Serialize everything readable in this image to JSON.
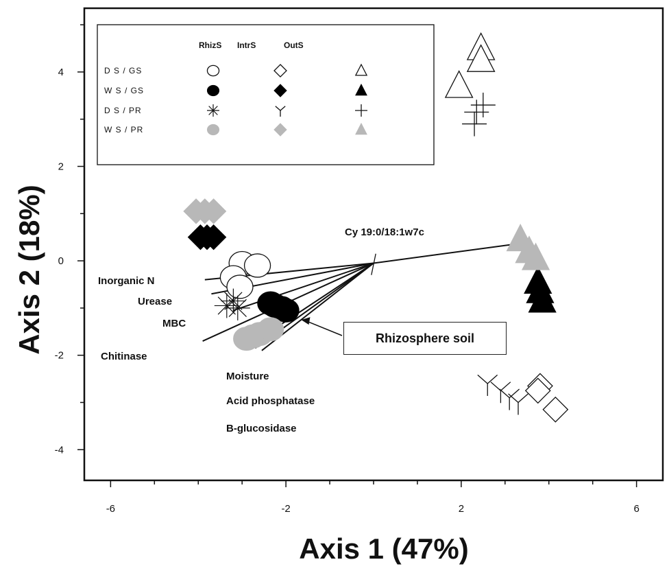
{
  "chart_data": {
    "type": "scatter",
    "xlabel": "Axis 1 (47%)",
    "ylabel": "Axis 2 (18%)",
    "xlim": [
      -6.6,
      6.6
    ],
    "ylim": [
      -4.65,
      5.35
    ],
    "x_ticks": [
      -6,
      -2,
      2,
      6
    ],
    "y_ticks": [
      -4,
      -2,
      0,
      2,
      4
    ],
    "legend": {
      "columns": [
        "RhizS",
        "IntrS",
        "OutS"
      ],
      "rows": [
        "D S / GS",
        "W S / GS",
        "D S / PR",
        "W S / PR"
      ],
      "placement": "top-left"
    },
    "series": [
      {
        "name": "D S / GS",
        "location": "RhizS",
        "marker": "circle-open",
        "points": [
          [
            -3.0,
            -0.05
          ],
          [
            -2.65,
            -0.1
          ],
          [
            -3.2,
            -0.35
          ],
          [
            -3.05,
            -0.55
          ]
        ]
      },
      {
        "name": "W S / GS",
        "location": "RhizS",
        "marker": "circle-filled",
        "points": [
          [
            -2.35,
            -0.9
          ],
          [
            -2.1,
            -1.0
          ],
          [
            -2.0,
            -1.05
          ],
          [
            -2.25,
            -0.95
          ]
        ]
      },
      {
        "name": "D S / PR",
        "location": "RhizS",
        "marker": "asterisk",
        "points": [
          [
            -3.2,
            -0.85
          ],
          [
            -3.35,
            -0.95
          ],
          [
            -3.1,
            -1.0
          ]
        ]
      },
      {
        "name": "W S / PR",
        "location": "RhizS",
        "marker": "circle-grey",
        "points": [
          [
            -2.9,
            -1.65
          ],
          [
            -2.75,
            -1.6
          ],
          [
            -2.6,
            -1.55
          ],
          [
            -2.35,
            -1.45
          ]
        ]
      },
      {
        "name": "D S / GS",
        "location": "IntrS",
        "marker": "diamond-open",
        "points": [
          [
            3.8,
            -2.65
          ],
          [
            3.75,
            -2.75
          ],
          [
            4.15,
            -3.15
          ]
        ]
      },
      {
        "name": "W S / GS",
        "location": "IntrS",
        "marker": "diamond-filled",
        "points": [
          [
            -3.95,
            0.5
          ],
          [
            -3.8,
            0.5
          ],
          [
            -3.65,
            0.5
          ]
        ]
      },
      {
        "name": "D S / PR",
        "location": "IntrS",
        "marker": "y",
        "points": [
          [
            2.6,
            -2.6
          ],
          [
            2.9,
            -2.75
          ],
          [
            3.1,
            -2.9
          ],
          [
            3.3,
            -3.0
          ]
        ]
      },
      {
        "name": "W S / PR",
        "location": "IntrS",
        "marker": "diamond-grey",
        "points": [
          [
            -4.05,
            1.05
          ],
          [
            -3.85,
            1.05
          ],
          [
            -3.65,
            1.05
          ]
        ]
      },
      {
        "name": "D S / GS",
        "location": "OutS",
        "marker": "triangle-open",
        "points": [
          [
            2.45,
            4.5
          ],
          [
            2.45,
            4.25
          ],
          [
            1.95,
            3.7
          ]
        ]
      },
      {
        "name": "W S / GS",
        "location": "OutS",
        "marker": "triangle-filled",
        "points": [
          [
            3.75,
            -0.45
          ],
          [
            3.8,
            -0.65
          ],
          [
            3.85,
            -0.85
          ]
        ]
      },
      {
        "name": "D S / PR",
        "location": "OutS",
        "marker": "plus",
        "points": [
          [
            2.5,
            3.3
          ],
          [
            2.35,
            3.15
          ],
          [
            2.3,
            2.9
          ]
        ]
      },
      {
        "name": "W S / PR",
        "location": "OutS",
        "marker": "triangle-grey",
        "points": [
          [
            3.35,
            0.45
          ],
          [
            3.55,
            0.2
          ],
          [
            3.7,
            0.05
          ]
        ]
      }
    ],
    "vectors": [
      {
        "label": "Cy 19:0/18:1w7c",
        "start": [
          0,
          -0.05
        ],
        "end": [
          3.2,
          0.35
        ]
      },
      {
        "label": "Inorganic N",
        "start": [
          0,
          -0.05
        ],
        "end": [
          -3.85,
          -0.4
        ]
      },
      {
        "label": "Urease",
        "start": [
          0,
          -0.05
        ],
        "end": [
          -3.7,
          -0.7
        ]
      },
      {
        "label": "MBC",
        "start": [
          0,
          -0.05
        ],
        "end": [
          -3.2,
          -1.05
        ]
      },
      {
        "label": "Chitinase",
        "start": [
          0,
          -0.05
        ],
        "end": [
          -3.9,
          -1.7
        ]
      },
      {
        "label": "Moisture",
        "start": [
          0,
          -0.05
        ],
        "end": [
          -2.85,
          -1.8
        ]
      },
      {
        "label": "Acid phosphatase",
        "start": [
          0,
          -0.05
        ],
        "end": [
          -2.7,
          -1.85
        ]
      },
      {
        "label": "B-glucosidase",
        "start": [
          0,
          -0.05
        ],
        "end": [
          -2.55,
          -1.9
        ]
      }
    ],
    "annotations": [
      {
        "text": "Rhizosphere soil",
        "boxed": true,
        "arrow_to": [
          -1.65,
          -1.25
        ]
      }
    ]
  },
  "vector_labels": {
    "cy": "Cy 19:0/18:1w7c",
    "inorganic_n": "Inorganic N",
    "urease": "Urease",
    "mbc": "MBC",
    "chitinase": "Chitinase",
    "moisture": "Moisture",
    "acid_phosphatase": "Acid phosphatase",
    "b_glucosidase": "B-glucosidase"
  },
  "callout": "Rhizosphere soil"
}
